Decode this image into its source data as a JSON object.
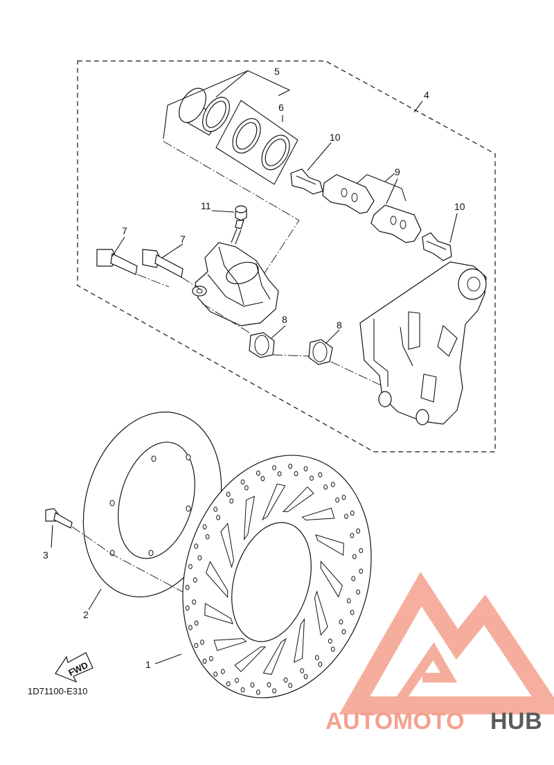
{
  "callouts": {
    "c1": "1",
    "c2": "2",
    "c3": "3",
    "c4": "4",
    "c5": "5",
    "c6": "6",
    "c7a": "7",
    "c7b": "7",
    "c8a": "8",
    "c8b": "8",
    "c9": "9",
    "c10a": "10",
    "c10b": "10",
    "c11": "11"
  },
  "fwd_label": "FWD",
  "diagram_code": "1D71100-E310",
  "watermark": {
    "part1": "AUTOMOTO",
    "part2": "HUB",
    "color_primary": "#f4a08e",
    "color_secondary": "#5a5a5a"
  }
}
